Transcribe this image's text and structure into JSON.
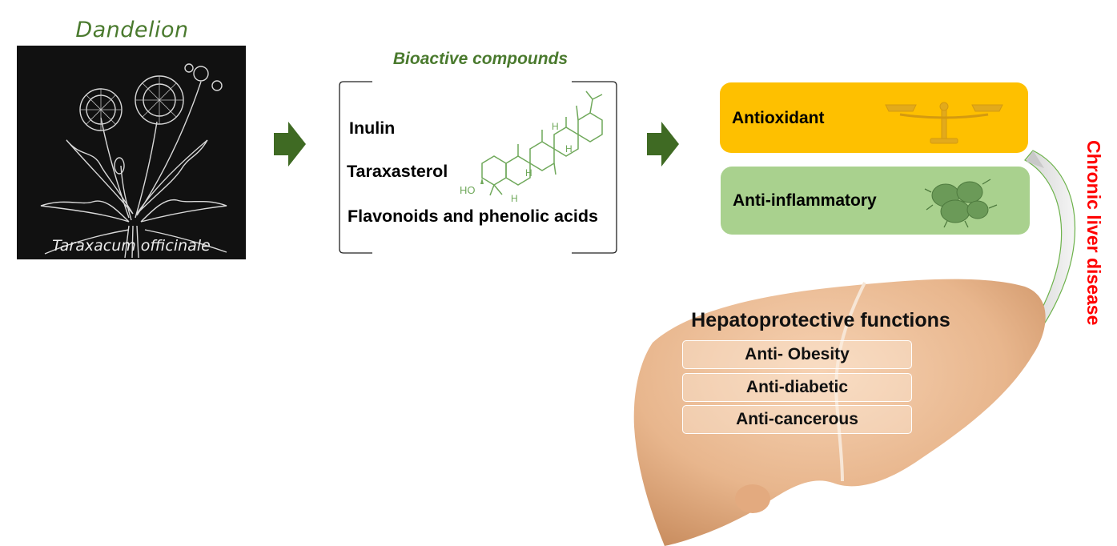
{
  "plant": {
    "title": "Dandelion",
    "species": "Taraxacum officinale"
  },
  "compounds": {
    "title": "Bioactive compounds",
    "items": [
      "Inulin",
      "Taraxasterol",
      "Flavonoids and phenolic acids"
    ],
    "structure_labels": [
      "HO",
      "H",
      "H",
      "H",
      "H"
    ]
  },
  "effects": [
    {
      "label": "Antioxidant",
      "color": "#fec000",
      "icon": "balance-scale-icon"
    },
    {
      "label": "Anti-inflammatory",
      "color": "#a9d18e",
      "icon": "cell-cluster-icon"
    }
  ],
  "disease": {
    "label": "Chronic liver disease",
    "color": "#ff0000"
  },
  "hepatoprotective": {
    "title": "Hepatoprotective functions",
    "items": [
      "Anti- Obesity",
      "Anti-diabetic",
      "Anti-cancerous"
    ]
  },
  "colors": {
    "arrow": "#3f6a23",
    "title_green": "#4a7a2e",
    "liver": "#e8b68d"
  }
}
